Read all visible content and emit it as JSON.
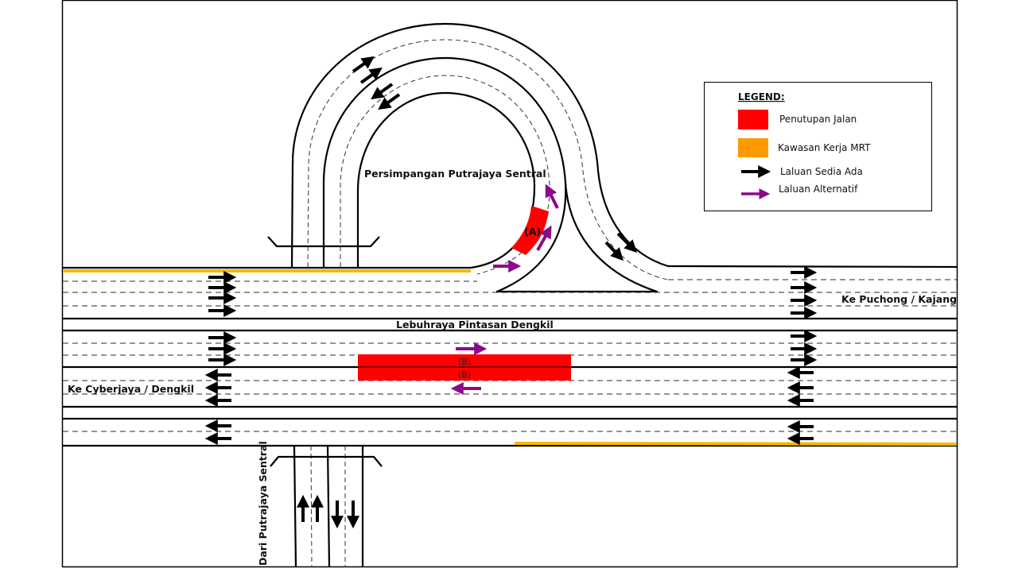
{
  "title": "Persimpangan Putrajaya Sentral",
  "highway_name": "Lebuhraya Pintasan Dengkil",
  "directions": {
    "east": "Ke Puchong / Kajang",
    "west": "Ke Cyberjaya / Dengkil",
    "south": "Dari Putrajaya Sentral"
  },
  "closures": [
    {
      "id": "A",
      "label": "(A)"
    },
    {
      "id": "B1",
      "label": "(B)"
    },
    {
      "id": "B2",
      "label": "(B)"
    }
  ],
  "legend": {
    "heading": "LEGEND:",
    "items": [
      {
        "label": "Penutupan Jalan",
        "kind": "closure",
        "color": "#ff0000"
      },
      {
        "label": "Kawasan Kerja MRT",
        "kind": "work-zone",
        "color": "#ff9900"
      },
      {
        "label": "Laluan Sedia Ada",
        "kind": "existing-route",
        "color": "#000000"
      },
      {
        "label": "Laluan Alternatif",
        "kind": "alternative-route",
        "color": "#8b0a8b"
      }
    ]
  },
  "colors": {
    "closure": "#ff0000",
    "work_zone": "#f5b800",
    "existing": "#000000",
    "alternative": "#8b0a8b"
  }
}
